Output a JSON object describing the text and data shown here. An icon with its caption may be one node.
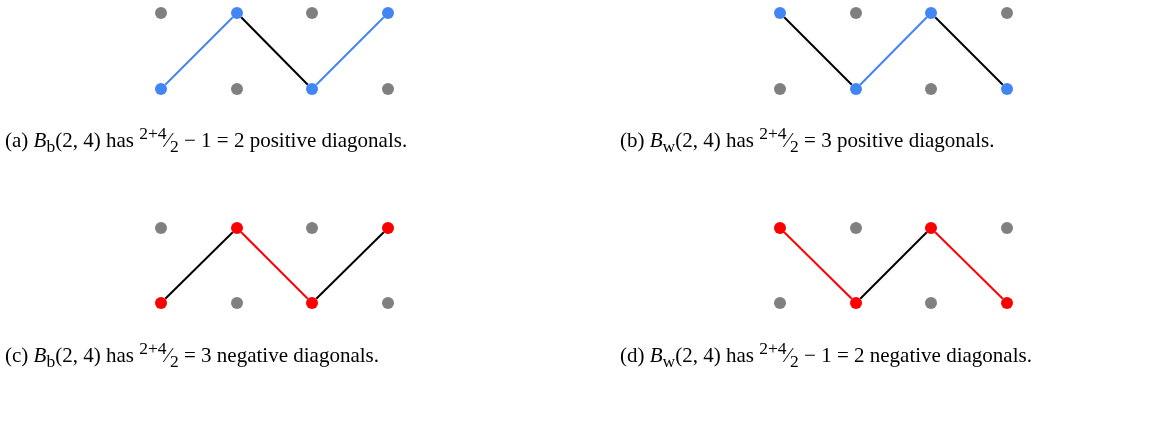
{
  "diagram": {
    "nodes": [
      {
        "text": [],
        "shape": "circle"
      },
      {
        "text": [],
        "shape": "circle"
      },
      {
        "text": [],
        "shape": "circle"
      },
      {
        "text": [],
        "shape": "circle"
      },
      {
        "text": [],
        "shape": "circle"
      },
      {
        "text": [],
        "shape": "circle"
      },
      {
        "text": [],
        "shape": "circle"
      },
      {
        "text": [],
        "shape": "circle"
      },
      {
        "text": [],
        "shape": "circle"
      },
      {
        "text": [],
        "shape": "circle"
      },
      {
        "text": [],
        "shape": "circle"
      },
      {
        "text": [],
        "shape": "circle"
      },
      {
        "text": [],
        "shape": "circle"
      },
      {
        "text": [],
        "shape": "circle"
      },
      {
        "text": [],
        "shape": "circle"
      },
      {
        "text": [],
        "shape": "circle"
      },
      {
        "text": [],
        "shape": "circle"
      },
      {
        "text": [],
        "shape": "circle"
      },
      {
        "text": [],
        "shape": "circle"
      },
      {
        "text": [],
        "shape": "circle"
      },
      {
        "text": [],
        "shape": "circle"
      },
      {
        "text": [],
        "shape": "circle"
      },
      {
        "text": [],
        "shape": "circle"
      },
      {
        "text": [],
        "shape": "circle"
      },
      {
        "text": [],
        "shape": "circle"
      },
      {
        "text": [],
        "shape": "circle"
      },
      {
        "text": [],
        "shape": "circle"
      },
      {
        "text": [],
        "shape": "circle"
      },
      {
        "text": [],
        "shape": "circle"
      },
      {
        "text": [],
        "shape": "circle"
      },
      {
        "text": [],
        "shape": "circle"
      },
      {
        "text": [],
        "shape": "circle"
      }
    ],
    "edges": [
      {
        "from": 4,
        "to": 1,
        "arrow": "none",
        "color": "#4285f4"
      },
      {
        "from": 1,
        "to": 6,
        "arrow": "none"
      },
      {
        "from": 6,
        "to": 3,
        "arrow": "none",
        "color": "#4285f4"
      },
      {
        "from": 8,
        "to": 13,
        "arrow": "none"
      },
      {
        "from": 13,
        "to": 10,
        "arrow": "none",
        "color": "#4285f4"
      },
      {
        "from": 10,
        "to": 15,
        "arrow": "none"
      },
      {
        "from": 20,
        "to": 17,
        "arrow": "none"
      },
      {
        "from": 17,
        "to": 22,
        "arrow": "none",
        "color": "#ff0000"
      },
      {
        "from": 22,
        "to": 19,
        "arrow": "none"
      },
      {
        "from": 24,
        "to": 29,
        "arrow": "none",
        "color": "#ff0000"
      },
      {
        "from": 29,
        "to": 26,
        "arrow": "none"
      },
      {
        "from": 26,
        "to": 31,
        "arrow": "none",
        "color": "#ff0000"
      }
    ],
    "labels": [
      "(a) *B*$_{b}$(2, 4) has $^{2+4}$⁄$_{2}$ − 1 = 2 positive diagonals.",
      "(b) *B*$_{w}$(2, 4) has $^{2+4}$⁄$_{2}$ = 3 positive diagonals.",
      "(c) *B*$_{b}$(2, 4) has $^{2+4}$⁄$_{2}$ = 3 negative diagonals.",
      "(d) *B*$_{w}$(2, 4) has $^{2+4}$⁄$_{2}$ − 1 = 2 negative diagonals."
    ]
  }
}
